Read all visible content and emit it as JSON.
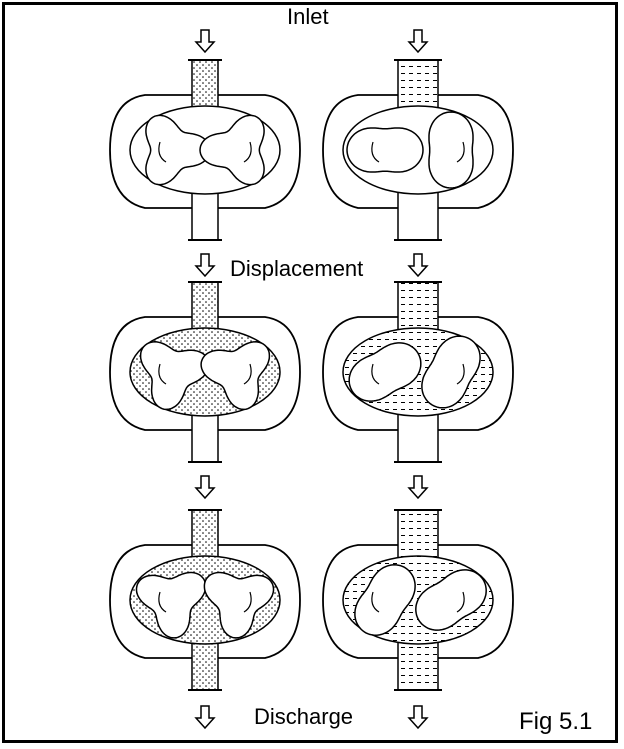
{
  "labels": {
    "inlet": "Inlet",
    "displacement": "Displacement",
    "discharge": "Discharge",
    "figure": "Fig 5.1"
  },
  "panels": [
    {
      "stage": "inlet",
      "pump": "three-lobe"
    },
    {
      "stage": "inlet",
      "pump": "two-lobe"
    },
    {
      "stage": "displacement",
      "pump": "three-lobe"
    },
    {
      "stage": "displacement",
      "pump": "two-lobe"
    },
    {
      "stage": "discharge",
      "pump": "three-lobe"
    },
    {
      "stage": "discharge",
      "pump": "two-lobe"
    }
  ],
  "colors": {
    "line": "#000000",
    "background": "#ffffff",
    "fluid_mark": "#000000"
  }
}
